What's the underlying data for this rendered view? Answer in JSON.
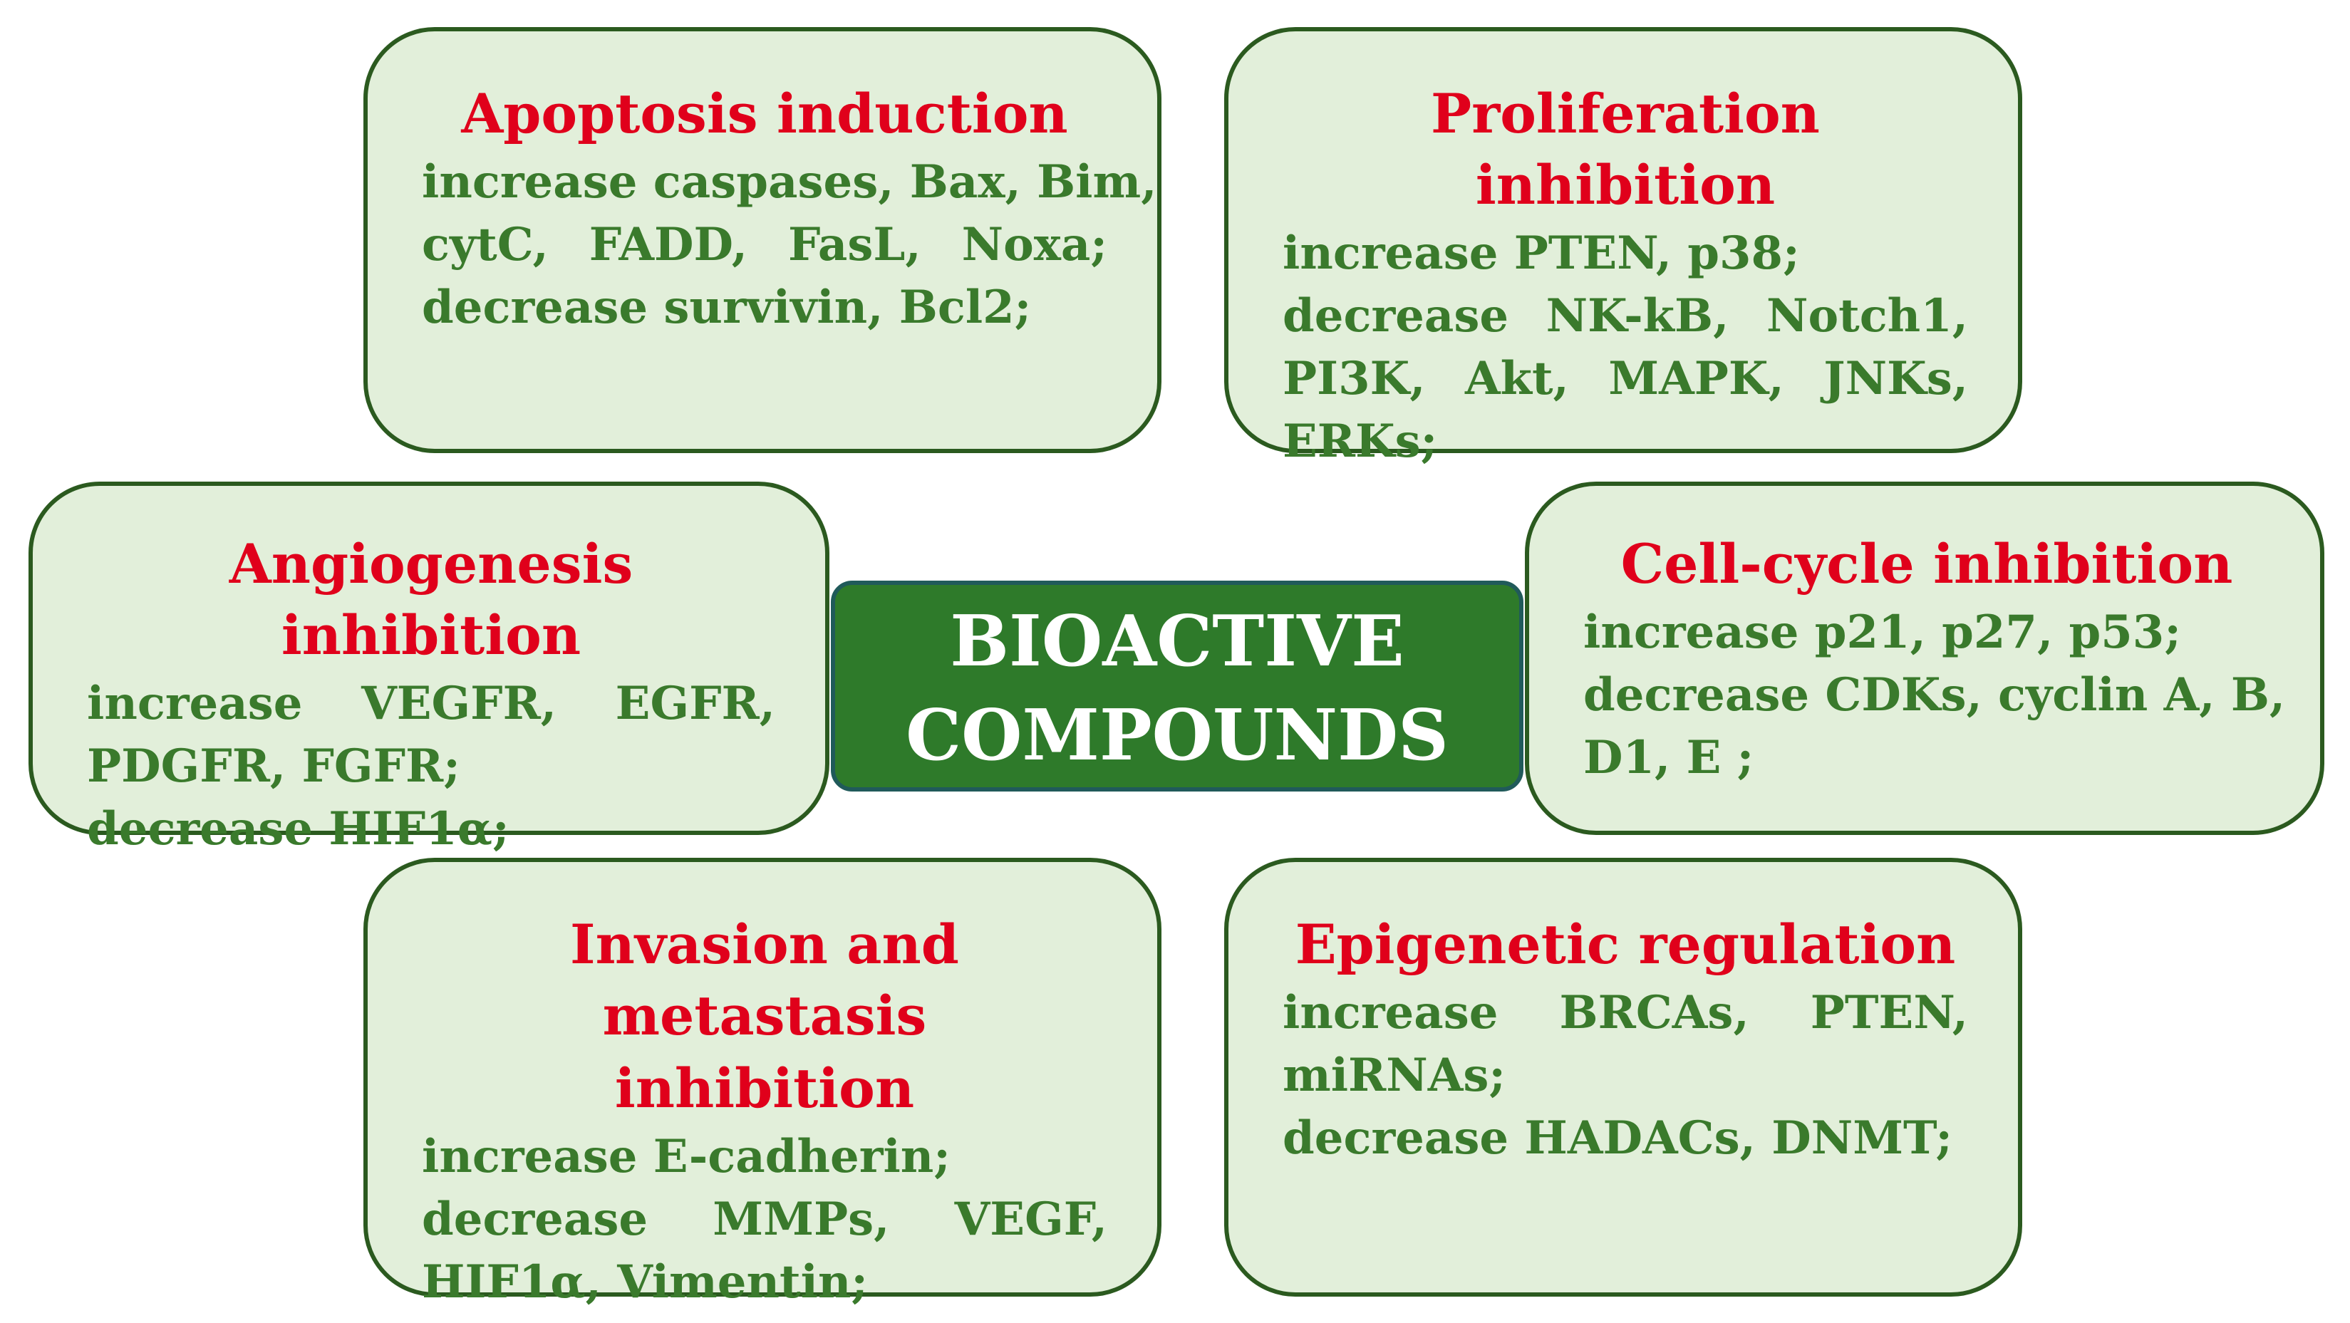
{
  "center": {
    "line1": "BIOACTIVE",
    "line2": "COMPOUNDS"
  },
  "boxes": {
    "apoptosis": {
      "title": "Apoptosis induction",
      "lines": [
        "increase caspases, Bax, Bim,",
        "cytC, FADD, FasL, Noxa;",
        "decrease survivin, Bcl2;"
      ]
    },
    "proliferation": {
      "title": "Proliferation inhibition",
      "lines": [
        "increase PTEN, p38;",
        "decrease NK-kB, Notch1,",
        "PI3K, Akt, MAPK, JNKs,",
        "ERKs;"
      ]
    },
    "angiogenesis": {
      "title": "Angiogenesis inhibition",
      "lines": [
        "increase VEGFR, EGFR,",
        "PDGFR, FGFR;",
        "decrease HIF1α;"
      ]
    },
    "cellcycle": {
      "title": "Cell-cycle inhibition",
      "lines": [
        "increase p21, p27, p53;",
        "decrease CDKs, cyclin A, B,",
        "D1, E ;"
      ]
    },
    "invasion": {
      "title_line1": "Invasion and metastasis",
      "title_line2": "inhibition",
      "lines": [
        "increase E-cadherin;",
        "decrease MMPs, VEGF,",
        "HIF1α, Vimentin;"
      ]
    },
    "epigenetic": {
      "title": "Epigenetic regulation",
      "lines": [
        "increase BRCAs, PTEN,",
        "miRNAs;",
        "decrease HADACs, DNMT;"
      ]
    }
  }
}
